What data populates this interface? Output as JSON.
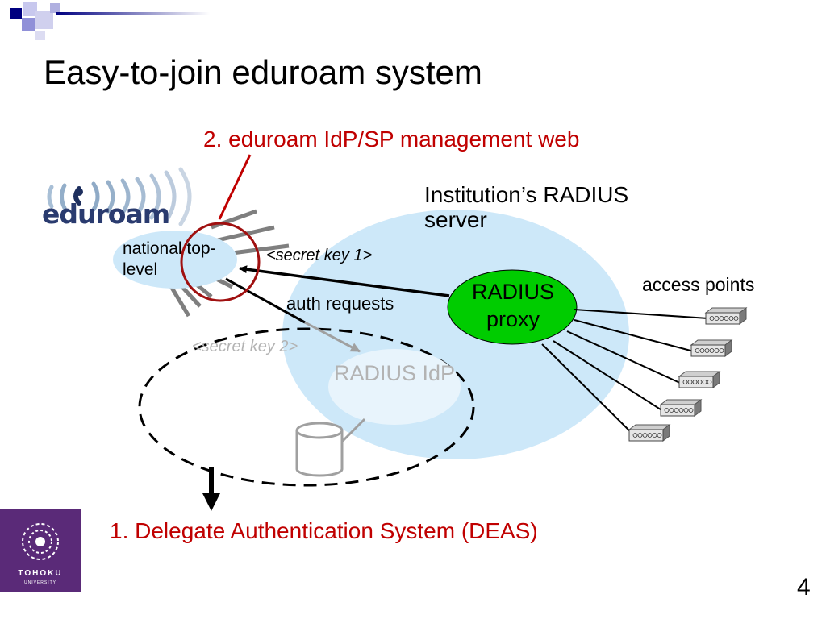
{
  "slide": {
    "title": "Easy-to-join eduroam system",
    "page_number": "4"
  },
  "callouts": {
    "management_web": "2. eduroam IdP/SP management web",
    "deas": "1. Delegate Authentication System (DEAS)"
  },
  "diagram": {
    "institution_label": "Institution’s RADIUS server",
    "national_node": "national top-level",
    "proxy_node": "RADIUS proxy",
    "idp_node": "RADIUS IdP",
    "secret_key_1": "<secret key 1>",
    "secret_key_2": "<secret key 2>",
    "auth_requests": "auth requests",
    "access_points_label": "access points",
    "access_point_count": 5
  },
  "logos": {
    "eduroam": "eduroam",
    "tohoku_name": "TOHOKU",
    "tohoku_subtitle": "UNIVERSITY"
  },
  "colors": {
    "institution_bubble": "#cde8f9",
    "proxy_fill": "#00cc00",
    "callout_red": "#c00000",
    "logo_purple": "#5a2a78",
    "eduroam_navy": "#2a3b6f",
    "disabled_grey": "#b3b3b3"
  }
}
